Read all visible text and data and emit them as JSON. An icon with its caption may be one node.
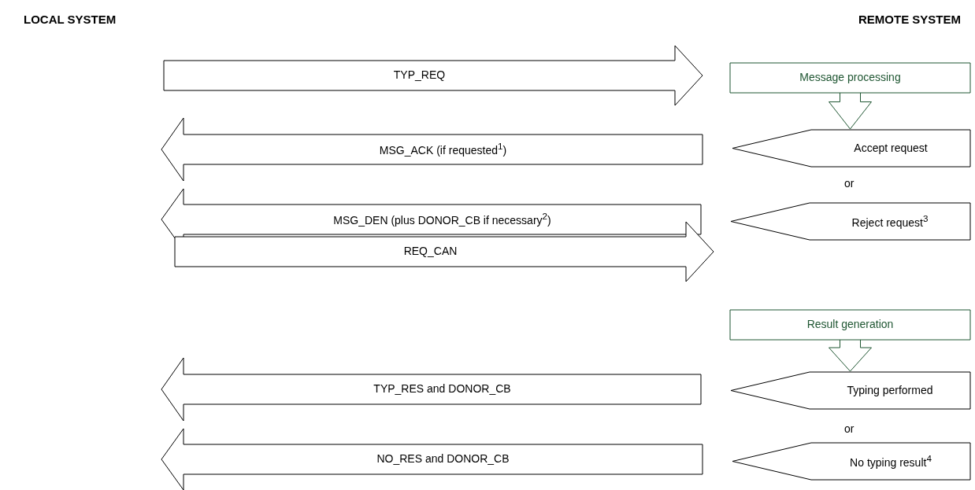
{
  "diagram": {
    "nodes": [
      {
        "text": [
          "TYP_REQ"
        ]
      },
      {
        "text": [
          "Message processing"
        ]
      },
      {
        "text": [
          "MSG_ACK (if requested$^{1}$)"
        ]
      },
      {
        "text": [
          "Accept request"
        ]
      },
      {
        "text": [
          "MSG_DEN (plus DONOR_CB if necessary$^{2}$)"
        ]
      },
      {
        "text": [
          "Reject request$^{3}$"
        ]
      },
      {
        "text": [
          "REQ_CAN"
        ]
      },
      {
        "text": [
          "Result generation"
        ]
      },
      {
        "text": [
          "TYP_RES and DONOR_CB"
        ]
      },
      {
        "text": [
          "Typing performed"
        ]
      },
      {
        "text": [
          "NO_RES and DONOR_CB"
        ]
      },
      {
        "text": [
          "No typing result$^{4}$"
        ]
      }
    ],
    "edges": [
      {
        "from": 1,
        "to": 3,
        "arrow": "to"
      },
      {
        "from": 7,
        "to": 9,
        "arrow": "to"
      }
    ],
    "labels": [
      "LOCAL SYSTEM",
      "REMOTE SYSTEM",
      "or",
      "or"
    ]
  }
}
